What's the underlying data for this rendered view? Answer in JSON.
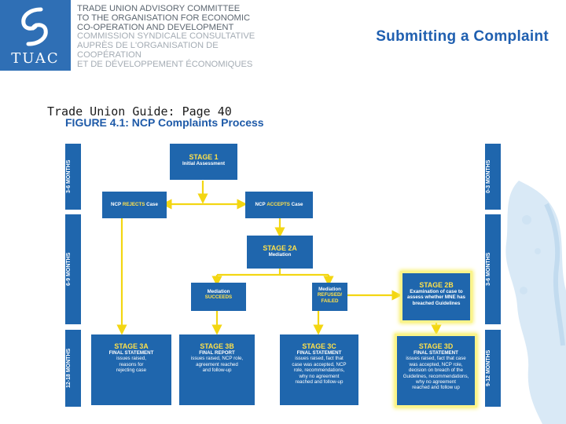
{
  "header": {
    "logo_text": "TUAC",
    "org_lines_en": [
      "TRADE UNION ADVISORY COMMITTEE",
      "TO THE ORGANISATION FOR ECONOMIC",
      "CO-OPERATION AND DEVELOPMENT"
    ],
    "org_lines_fr": [
      "COMMISSION SYNDICALE CONSULTATIVE",
      "AUPRÈS DE L'ORGANISATION DE COOPÉRATION",
      "ET DE DÉVELOPPEMENT ÉCONOMIQUES"
    ]
  },
  "slide_title": "Submitting a Complaint",
  "caption": "Trade Union Guide: Page 40",
  "figure": {
    "title": "FIGURE 4.1: NCP Complaints Process",
    "timelines": {
      "left": [
        "3-6 MONTHS",
        "6-9 MONTHS",
        "12-18 MONTHS"
      ],
      "right": [
        "0-3 MONTHS",
        "3-6 MONTHS",
        "9-12 MONTHS"
      ]
    },
    "stage1": {
      "title": "STAGE 1",
      "sub": "Initial Assessment"
    },
    "rejects": {
      "prefix": "NCP",
      "emph": "REJECTS",
      "suffix": "Case"
    },
    "accepts": {
      "prefix": "NCP",
      "emph": "ACCEPTS",
      "suffix": "Case"
    },
    "stage2a": {
      "title": "STAGE 2A",
      "sub": "Mediation"
    },
    "med_succeeds": {
      "line1": "Mediation",
      "line2": "SUCCEEDS"
    },
    "med_refused": {
      "line1": "Mediation",
      "line2": "REFUSED/",
      "line3": "FAILED"
    },
    "stage2b": {
      "title": "STAGE 2B",
      "lines": [
        "Examination of case to",
        "assess whether MNE has",
        "breached Guidelines"
      ]
    },
    "stage3a": {
      "title": "STAGE 3A",
      "sub": "FINAL STATEMENT",
      "lines": [
        "issues raised,",
        "reasons for",
        "rejecting case"
      ]
    },
    "stage3b": {
      "title": "STAGE 3B",
      "sub": "FINAL REPORT",
      "lines": [
        "issues raised, NCP role,",
        "agreement reached",
        "and follow-up"
      ]
    },
    "stage3c": {
      "title": "STAGE 3C",
      "sub": "FINAL STATEMENT",
      "lines": [
        "issues raised, fact that",
        "case was accepted, NCP",
        "role, recommendations,",
        "why no agreement",
        "reached and follow-up"
      ]
    },
    "stage3d": {
      "title": "STAGE 3D",
      "sub": "FINAL STATEMENT",
      "lines": [
        "issues raised, fact that case",
        "was accepted, NCP role,",
        "decision on breach of the",
        "Guidelines, recommendations,",
        "why no agreement",
        "reached and follow up"
      ]
    }
  },
  "colors": {
    "brand_blue": "#1f66ad",
    "arrow_yellow": "#f3d612",
    "stage_title_yellow": "#ffe14a",
    "title_blue": "#1f5fb0"
  }
}
